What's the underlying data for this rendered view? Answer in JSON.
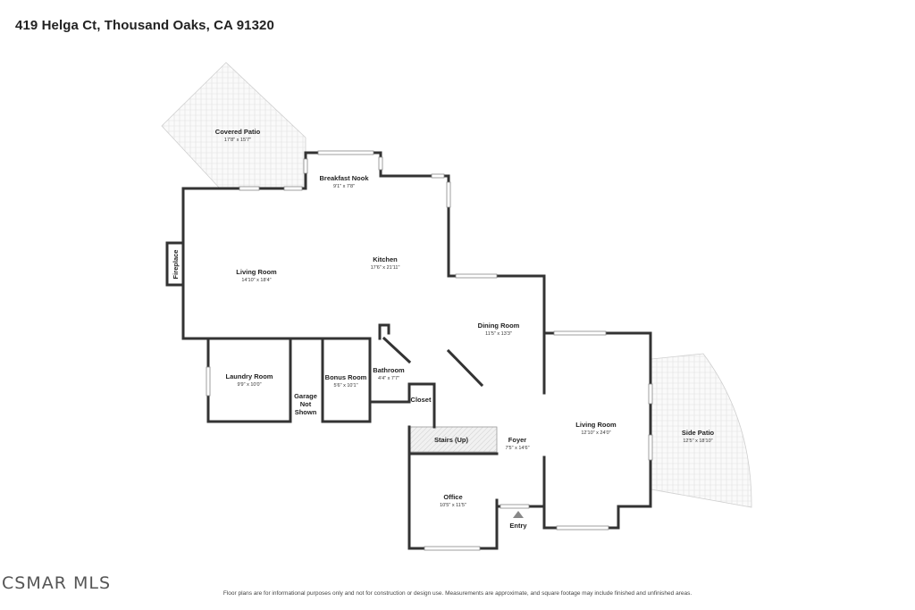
{
  "address": "419 Helga Ct, Thousand Oaks, CA 91320",
  "rooms": {
    "covered_patio": {
      "name": "Covered Patio",
      "dims": "17'8\" x 15'7\""
    },
    "breakfast_nook": {
      "name": "Breakfast Nook",
      "dims": "9'1\" x 7'8\""
    },
    "kitchen": {
      "name": "Kitchen",
      "dims": "17'6\" x 21'11\""
    },
    "living_room_west": {
      "name": "Living Room",
      "dims": "14'10\" x 18'4\""
    },
    "fireplace": {
      "name": "Fireplace"
    },
    "dining_room": {
      "name": "Dining Room",
      "dims": "11'5\" x 13'3\""
    },
    "laundry_room": {
      "name": "Laundry Room",
      "dims": "9'9\" x 10'0\""
    },
    "garage": {
      "line1": "Garage",
      "line2": "Not",
      "line3": "Shown"
    },
    "bonus_room": {
      "name": "Bonus Room",
      "dims": "5'6\" x 10'1\""
    },
    "bathroom": {
      "name": "Bathroom",
      "dims": "4'4\" x 7'7\""
    },
    "closet": {
      "name": "Closet"
    },
    "stairs": {
      "name": "Stairs (Up)"
    },
    "foyer": {
      "name": "Foyer",
      "dims": "7'5\" x 14'6\""
    },
    "living_room_east": {
      "name": "Living Room",
      "dims": "12'10\" x 24'0\""
    },
    "side_patio": {
      "name": "Side Patio",
      "dims": "12'5\" x 18'10\""
    },
    "office": {
      "name": "Office",
      "dims": "10'5\" x 11'5\""
    },
    "entry": {
      "name": "Entry"
    }
  },
  "logo": "CSMAR MLS",
  "disclaimer": "Floor plans are for informational purposes only and not for construction or design use. Measurements are approximate, and square footage may include finished and unfinished areas."
}
